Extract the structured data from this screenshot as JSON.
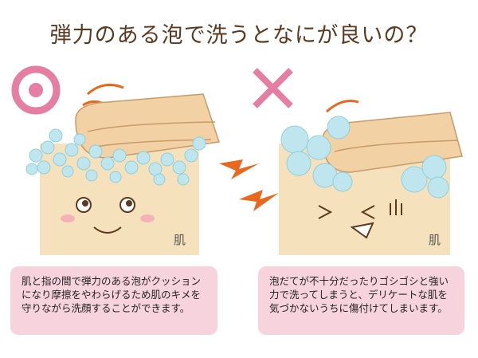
{
  "title": "弾力のある泡で洗うとなにが良いの？",
  "good": {
    "mark": "double-circle",
    "skin_label": "肌",
    "description": "肌と指の間で弾力のある泡がクッションになり摩擦をやわらげるため肌のキメを守りながら洗顔することができます。"
  },
  "bad": {
    "mark": "cross",
    "skin_label": "肌",
    "description": "泡だてが不十分だったりゴシゴシと強い力で洗ってしまうと、デリケートな肌を気づかないうちに傷付けてしまいます。"
  },
  "colors": {
    "title": "#5b3a1f",
    "note_bg": "#f7d3de",
    "skin": "#f6e1bd",
    "foam": "#a9dde6",
    "mark": "#e57ea3",
    "motion": "#e8681e"
  }
}
